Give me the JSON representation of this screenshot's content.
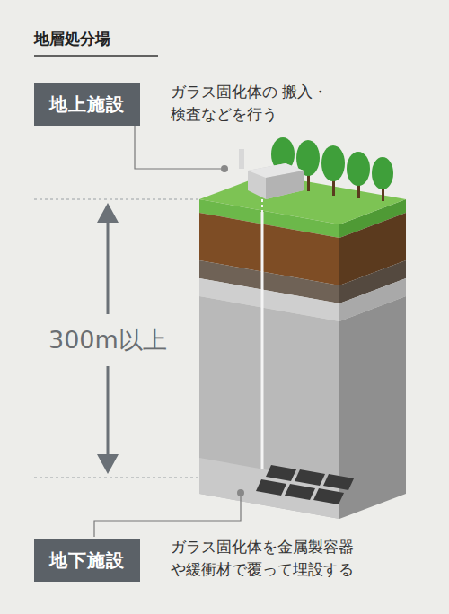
{
  "diagram": {
    "title": "地層処分場",
    "nodes": [
      {
        "text": [
          "地上施設"
        ]
      },
      {
        "text": [
          "地下施設"
        ]
      }
    ],
    "labels": [
      "ガラス固化体の 搬入・検査などを行う",
      "300m以上",
      "ガラス固化体を金属製容器 や緩衝材で覆って埋設する"
    ]
  }
}
